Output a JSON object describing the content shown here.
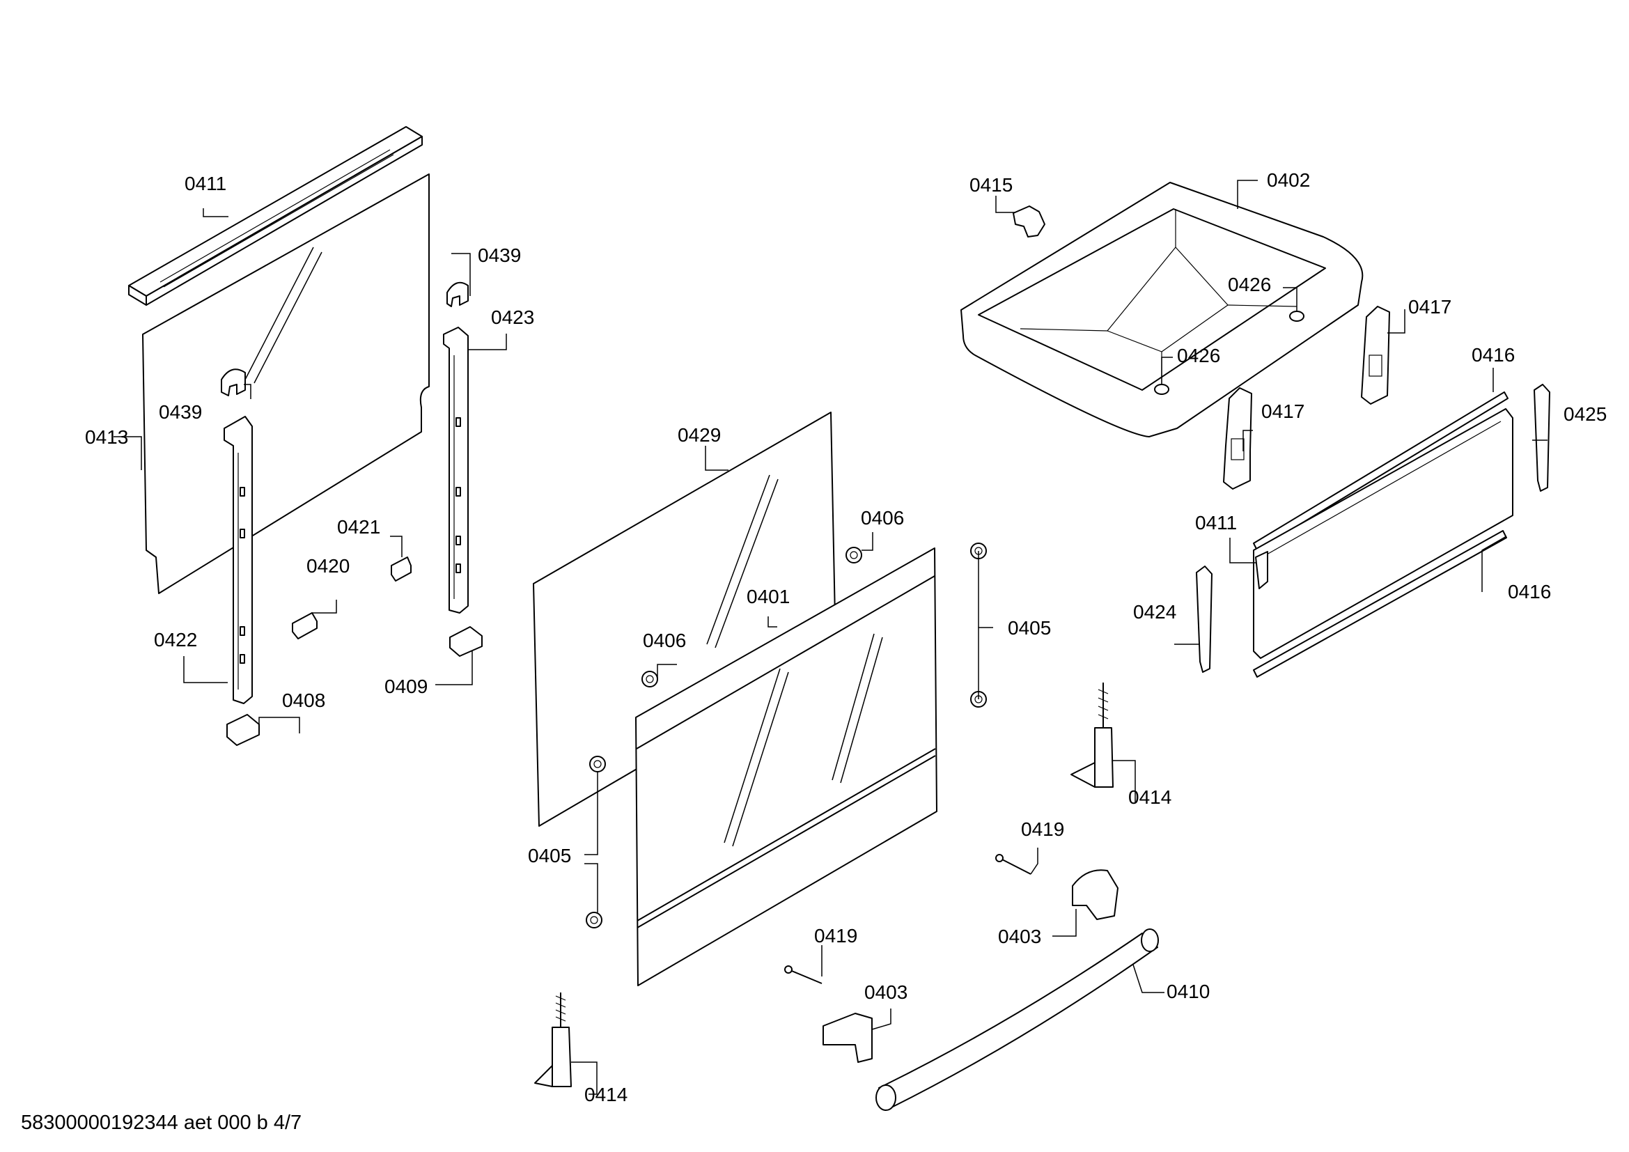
{
  "labels": {
    "l0411a": "0411",
    "l0413": "0413",
    "l0439a": "0439",
    "l0439b": "0439",
    "l0423": "0423",
    "l0422": "0422",
    "l0421": "0421",
    "l0420": "0420",
    "l0408": "0408",
    "l0409": "0409",
    "l0429": "0429",
    "l0406a": "0406",
    "l0406b": "0406",
    "l0401": "0401",
    "l0405a": "0405",
    "l0405b": "0405",
    "l0415": "0415",
    "l0402": "0402",
    "l0426a": "0426",
    "l0426b": "0426",
    "l0417a": "0417",
    "l0417b": "0417",
    "l0416a": "0416",
    "l0416b": "0416",
    "l0425": "0425",
    "l0411b": "0411",
    "l0424": "0424",
    "l0414a": "0414",
    "l0414b": "0414",
    "l0419a": "0419",
    "l0419b": "0419",
    "l0403a": "0403",
    "l0403b": "0403",
    "l0410": "0410"
  },
  "footer": "58300000192344 aet 000 b 4/7"
}
